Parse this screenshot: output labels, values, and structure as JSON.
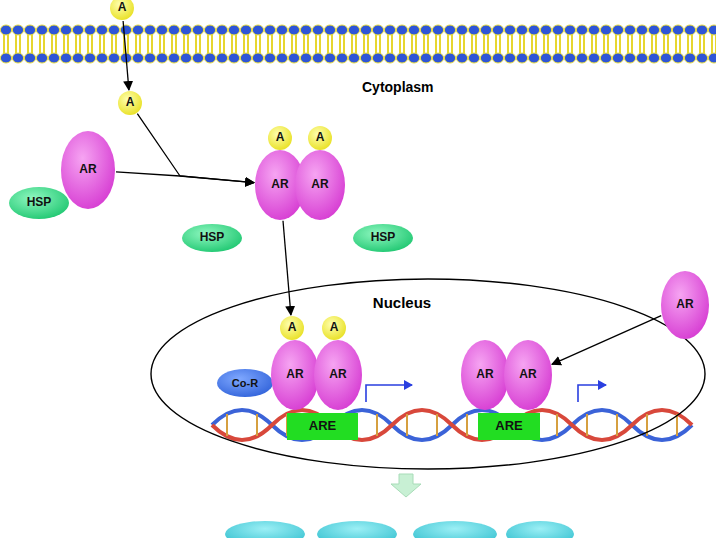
{
  "diagram": {
    "nodes": [
      {
        "text": [
          "A"
        ]
      },
      {
        "text": [
          "A"
        ]
      },
      {
        "text": [
          "AR"
        ]
      },
      {
        "text": [
          "HSP"
        ]
      },
      {
        "text": [
          "A"
        ]
      },
      {
        "text": [
          "A"
        ]
      },
      {
        "text": [
          "AR"
        ]
      },
      {
        "text": [
          "AR"
        ]
      },
      {
        "text": [
          "HSP"
        ]
      },
      {
        "text": [
          "HSP"
        ]
      },
      {
        "text": [
          "Nucleus"
        ]
      },
      {
        "text": [
          "A"
        ],
        "in": 10
      },
      {
        "text": [
          "A"
        ],
        "in": 10
      },
      {
        "text": [
          "Co-R"
        ],
        "in": 10
      },
      {
        "text": [
          "AR"
        ],
        "in": 10
      },
      {
        "text": [
          "AR"
        ],
        "in": 10
      },
      {
        "text": [
          "ARE"
        ],
        "in": 10
      },
      {
        "text": [
          "AR"
        ],
        "in": 10
      },
      {
        "text": [
          "AR"
        ],
        "in": 10
      },
      {
        "text": [
          "ARE"
        ],
        "in": 10
      },
      {
        "text": [
          "AR"
        ]
      }
    ],
    "edges": [
      {
        "from": 0,
        "to": 1,
        "arrow": "to"
      },
      {
        "from": 2,
        "to": 6,
        "arrow": "to"
      },
      {
        "from": 1,
        "to": 6,
        "arrow": "to"
      },
      {
        "from": 6,
        "to": 11,
        "arrow": "to"
      },
      {
        "from": 20,
        "to": 18,
        "arrow": "to"
      }
    ],
    "labels": [
      "Cytoplasm"
    ]
  }
}
